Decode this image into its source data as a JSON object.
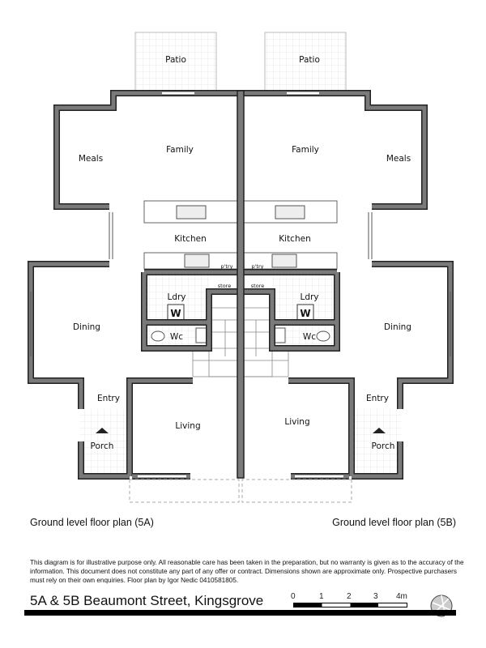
{
  "rooms": {
    "patio": "Patio",
    "family": "Family",
    "meals": "Meals",
    "kitchen": "Kitchen",
    "pantry": "p'try",
    "store": "store",
    "laundry": "Ldry",
    "washer": "W",
    "wc": "Wc",
    "dining": "Dining",
    "entry": "Entry",
    "porch": "Porch",
    "living": "Living"
  },
  "captions": {
    "left": "Ground level floor plan (5A)",
    "right": "Ground level floor plan (5B)"
  },
  "disclaimer": "This diagram is for illustrative purpose only. All reasonable care has been taken in the preparation, but no warranty is given as to the accuracy of the information. This document does not constitute any part of any offer or contract. Dimensions shown are approximate only. Prospective purchasers must rely on their own enquiries. Floor plan by Igor Nedic 0410581805.",
  "address": "5A & 5B Beaumont Street, Kingsgrove",
  "scale_bar": {
    "ticks": [
      "0",
      "1",
      "2",
      "3",
      "4m"
    ]
  },
  "colors": {
    "wall": "#7a7a7a",
    "wall_outline": "#222222",
    "grid": "#d8d8d8"
  }
}
